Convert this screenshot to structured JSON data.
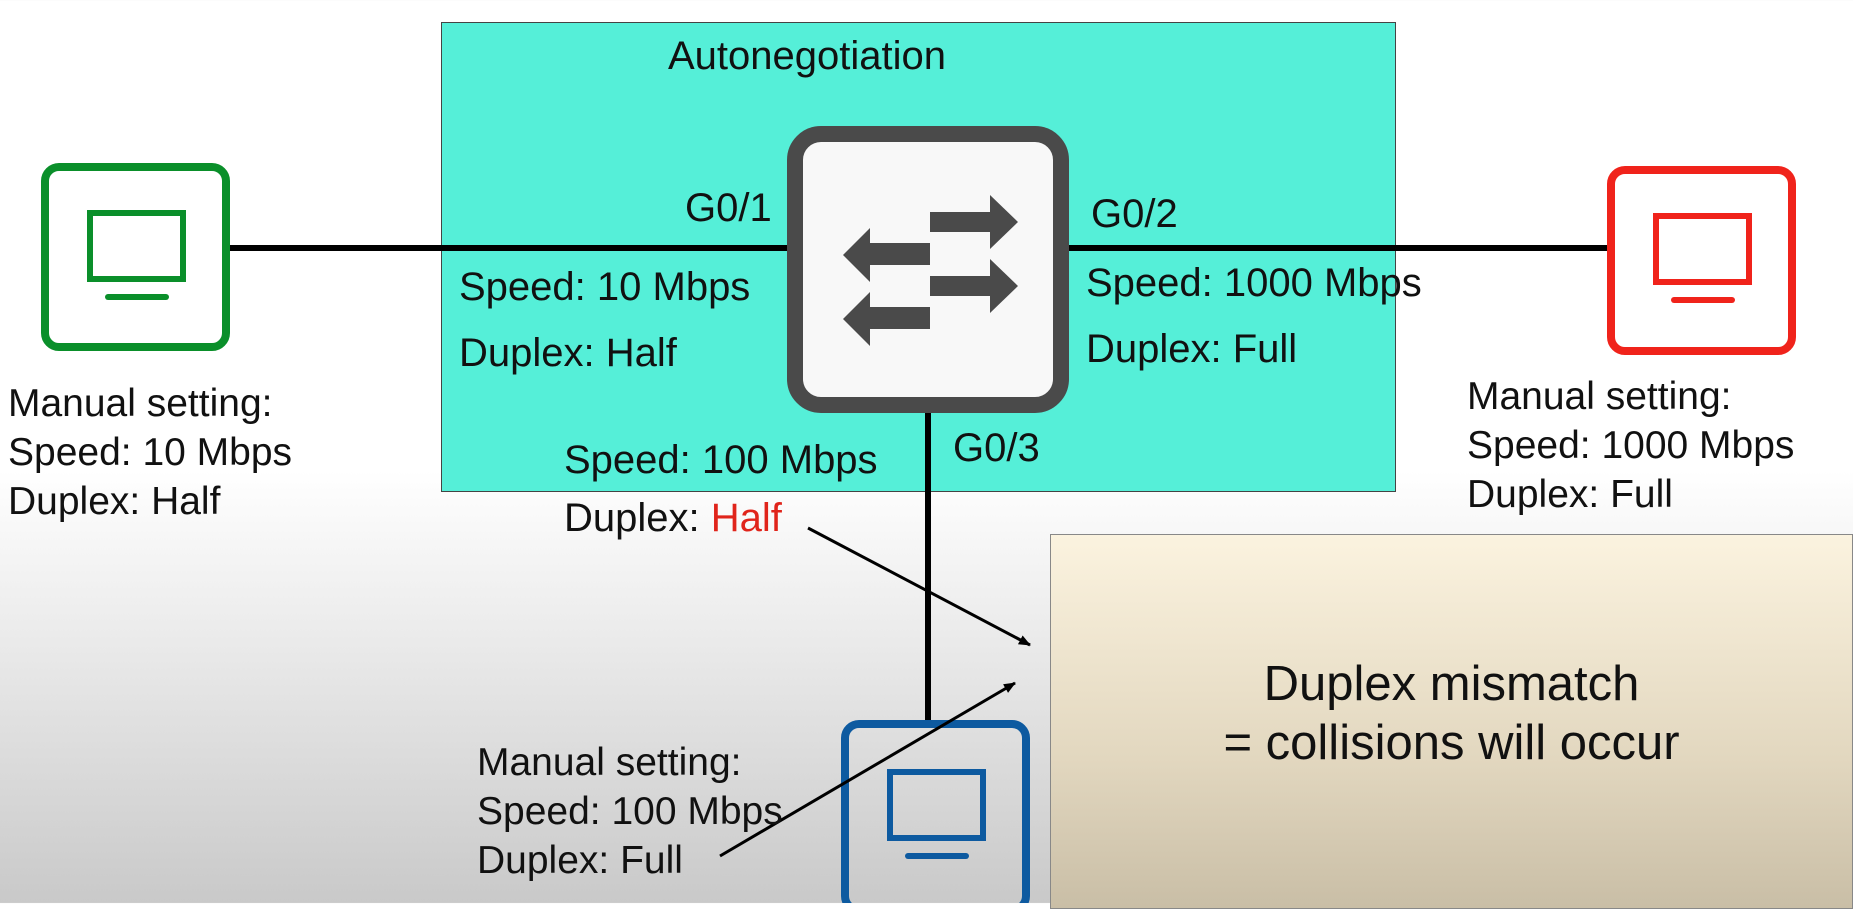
{
  "autonegotiation_title": "Autonegotiation",
  "ports": {
    "g01": "G0/1",
    "g02": "G0/2",
    "g03": "G0/3"
  },
  "switch_settings": {
    "g01_speed": "Speed: 10 Mbps",
    "g01_duplex": "Duplex: Half",
    "g02_speed": "Speed: 1000 Mbps",
    "g02_duplex": "Duplex: Full",
    "g03_speed": "Speed: 100 Mbps",
    "g03_duplex_prefix": "Duplex: ",
    "g03_duplex_value": "Half"
  },
  "pc_left": {
    "heading": "Manual setting:",
    "speed": "Speed: 10 Mbps",
    "duplex": "Duplex: Half",
    "color": "#0a8f2a"
  },
  "pc_right": {
    "heading": "Manual setting:",
    "speed": "Speed: 1000 Mbps",
    "duplex": "Duplex: Full",
    "color": "#f0231b"
  },
  "pc_bottom": {
    "heading": "Manual setting:",
    "speed": "Speed: 100 Mbps",
    "duplex": "Duplex: Full",
    "color": "#0d5aa0"
  },
  "result": {
    "line1": "Duplex mismatch",
    "line2": "= collisions will occur"
  },
  "colors": {
    "autoneg_fill": "#55efd8",
    "switch_frame": "#4a4a4a",
    "highlight": "#e0241b"
  },
  "icons": {
    "switch": "switch-arrows-icon",
    "pc": "monitor-icon"
  }
}
